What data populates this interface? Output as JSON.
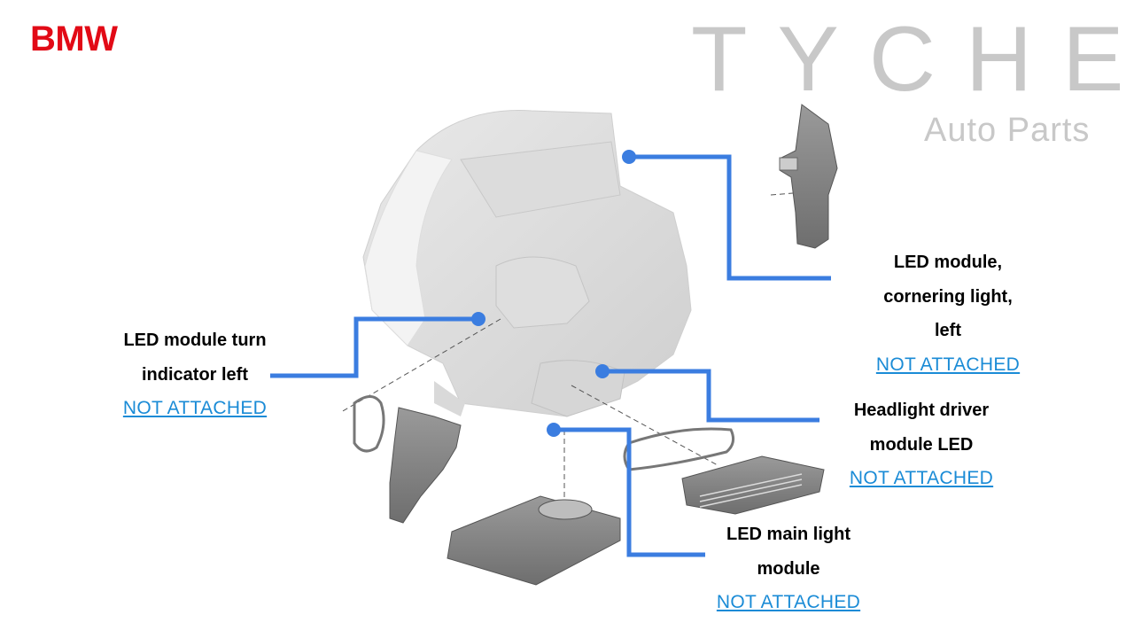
{
  "brand": {
    "text": "BMW",
    "color": "#e20a16"
  },
  "logo": {
    "text": "TYCHE",
    "sub": "Auto Parts",
    "color": "#c8c8c8"
  },
  "leader_color": "#3b7de0",
  "link_color": "#1a8bd6",
  "callouts": [
    {
      "lines": [
        "LED module,",
        "cornering light,",
        "left"
      ],
      "link": "NOT ATTACHED"
    },
    {
      "lines": [
        "LED module turn",
        "indicator left"
      ],
      "link": "NOT ATTACHED"
    },
    {
      "lines": [
        "Headlight driver",
        "module LED"
      ],
      "link": "NOT ATTACHED"
    },
    {
      "lines": [
        "LED main light",
        "module"
      ],
      "link": "NOT ATTACHED"
    }
  ]
}
